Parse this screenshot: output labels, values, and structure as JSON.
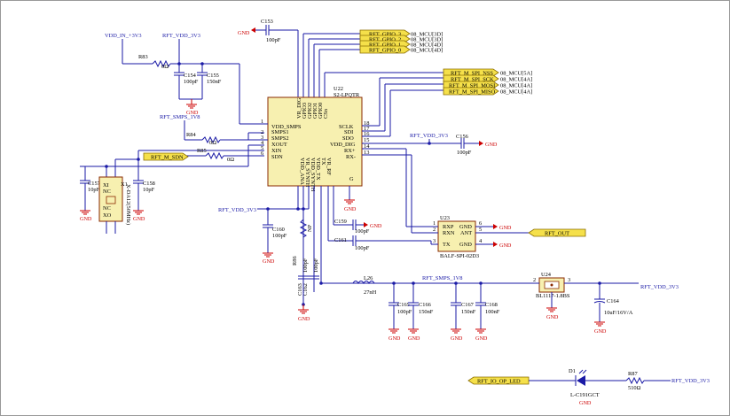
{
  "nets": {
    "vdd_in": "VDD_IN_+3V3",
    "rft_vdd_3v3": "RFT_VDD_3V3",
    "rft_smps_1v8": "RFT_SMPS_1V8",
    "gnd": "GND"
  },
  "ports": {
    "gpio": [
      "RFT_GPIO_3",
      "RFT_GPIO_2",
      "RFT_GPIO_1",
      "RFT_GPIO_0"
    ],
    "gpio_dest": [
      "08_MCU[3D]",
      "08_MCU[3D]",
      "08_MCU[4D]",
      "08_MCU[4D]"
    ],
    "spi": [
      "RFT_M_SPI_NSS",
      "RFT_M_SPI_SCK",
      "RFT_M_SPI_MOSI",
      "RFT_M_SPI_MISO"
    ],
    "spi_dest": [
      "08_MCU[5A]",
      "08_MCU[4A]",
      "08_MCU[4A]",
      "08_MCU[4A]"
    ],
    "sdn": "RFT_M_SDN",
    "out": "RFT_OUT",
    "led": "RFT_IO_OP_LED"
  },
  "u22": {
    "ref": "U22",
    "part": "S2-LPQTR",
    "left_pins": [
      {
        "name": "VDD_SMPS",
        "num": "1"
      },
      {
        "name": "SMPS1",
        "num": "2"
      },
      {
        "name": "SMPS2",
        "num": "3"
      },
      {
        "name": "XOUT",
        "num": "4"
      },
      {
        "name": "XIN",
        "num": "5"
      },
      {
        "name": "SDN",
        "num": "6"
      }
    ],
    "right_pins": [
      {
        "name": "SCLK",
        "num": "18"
      },
      {
        "name": "SDI",
        "num": "17"
      },
      {
        "name": "SDO",
        "num": "16"
      },
      {
        "name": "VDD_DIG",
        "num": "15"
      },
      {
        "name": "RX+",
        "num": "14"
      },
      {
        "name": "RX-",
        "num": "13"
      }
    ],
    "top_pins": [
      "VR_DIG",
      "GPIO3",
      "GPIO2",
      "GPIO1",
      "GPIO0",
      "CSn"
    ],
    "bottom_pins": [
      "VDD_ANA",
      "VR_SYNTH",
      "VDD_SYNTH",
      "VDD_TX",
      "TX",
      "VR_RF"
    ],
    "g_label": "G"
  },
  "u23": {
    "ref": "U23",
    "part": "BALF-SPI-02D3",
    "pins": [
      "RXP",
      "RXN",
      "TX",
      "GND",
      "ANT",
      "GND"
    ],
    "pin_nums": [
      "1",
      "2",
      "3",
      "6",
      "5",
      "4"
    ]
  },
  "u24": {
    "ref": "U24",
    "part": "BL1117-1.8BS",
    "pin_nums": [
      "2",
      "3"
    ]
  },
  "x1": {
    "ref": "X1",
    "part": "X-DA12(50MHz)",
    "pins": [
      "XI",
      "NC",
      "NC",
      "XO"
    ]
  },
  "passives": {
    "r83": {
      "ref": "R83",
      "val": "0Ω"
    },
    "r84": {
      "ref": "R84",
      "val": "0Ω"
    },
    "r85": {
      "ref": "R85",
      "val": "0Ω"
    },
    "r86": {
      "ref": "R86",
      "val": "NP"
    },
    "r87": {
      "ref": "R87",
      "val": "510Ω"
    },
    "c153": {
      "ref": "C153",
      "val": "100pF"
    },
    "c154": {
      "ref": "C154",
      "val": "100pF"
    },
    "c155": {
      "ref": "C155",
      "val": "150nF"
    },
    "c156": {
      "ref": "C156",
      "val": "100pF"
    },
    "c157": {
      "ref": "C157",
      "val": "10pF"
    },
    "c158": {
      "ref": "C158",
      "val": "10pF"
    },
    "c159": {
      "ref": "C159",
      "val": "100pF"
    },
    "c160": {
      "ref": "C160",
      "val": "100pF"
    },
    "c161": {
      "ref": "C161",
      "val": "100pF"
    },
    "c162": {
      "ref": "C162",
      "val": "100pF"
    },
    "c163": {
      "ref": "C163",
      "val": "100pF"
    },
    "c164": {
      "ref": "C164",
      "val": "10uF/16V/A"
    },
    "c165": {
      "ref": "C165",
      "val": "100pF"
    },
    "c166": {
      "ref": "C166",
      "val": "150nF"
    },
    "c167": {
      "ref": "C167",
      "val": "150nF"
    },
    "c168": {
      "ref": "C168",
      "val": "100nF"
    },
    "l26": {
      "ref": "L26",
      "val": "27nH"
    },
    "d1": {
      "ref": "D1",
      "val": "L-C191GCT"
    },
    "nf": "100pF"
  },
  "colors": {
    "wire": "#1a1aa6",
    "gnd": "#cc0000",
    "port_fill": "#f5e04a",
    "comp_fill": "#f7f0b0"
  }
}
